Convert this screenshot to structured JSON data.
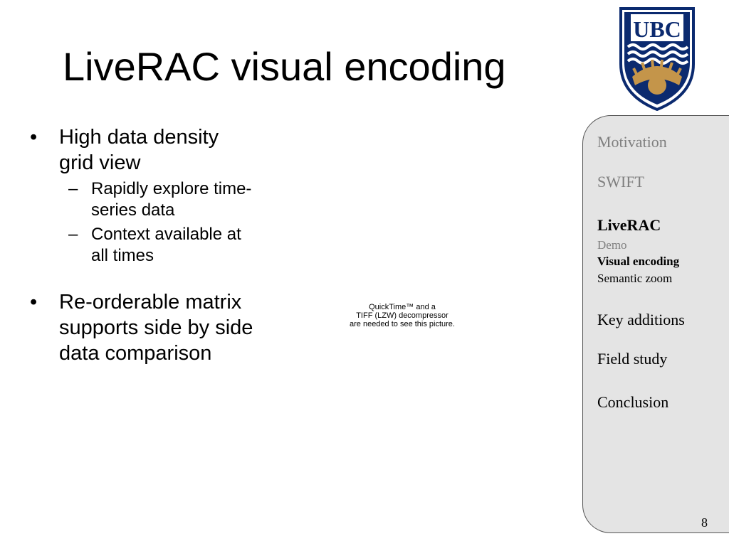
{
  "slide": {
    "title": "LiveRAC visual encoding",
    "page_number": "8"
  },
  "logo": {
    "text": "UBC",
    "colors": {
      "navy": "#0b2a6f",
      "gold": "#c4954a"
    }
  },
  "content": {
    "bullets": [
      {
        "text": "High data density grid view",
        "sub": [
          "Rapidly explore time-series data",
          "Context available at all times"
        ]
      },
      {
        "text": "Re-orderable matrix supports side by side data comparison"
      }
    ],
    "bullet_mark": "•",
    "sub_mark": "–"
  },
  "media_placeholder": {
    "lines": [
      "QuickTime™ and a",
      "TIFF (LZW) decompressor",
      "are needed to see this picture."
    ]
  },
  "nav": {
    "items": [
      {
        "label": "Motivation",
        "state": "muted"
      },
      {
        "label": "SWIFT",
        "state": "muted"
      },
      {
        "label": "LiveRAC",
        "state": "active"
      },
      {
        "label": "Key additions",
        "state": "normal"
      },
      {
        "label": "Field study",
        "state": "normal"
      },
      {
        "label": "Conclusion",
        "state": "normal"
      }
    ],
    "subitems": [
      {
        "label": "Demo",
        "state": "muted"
      },
      {
        "label": "Visual encoding",
        "state": "active"
      },
      {
        "label": "Semantic zoom",
        "state": "normal"
      }
    ],
    "colors": {
      "panel": "#e4e4e4",
      "border": "#555555",
      "muted": "#7f7f7f"
    }
  }
}
